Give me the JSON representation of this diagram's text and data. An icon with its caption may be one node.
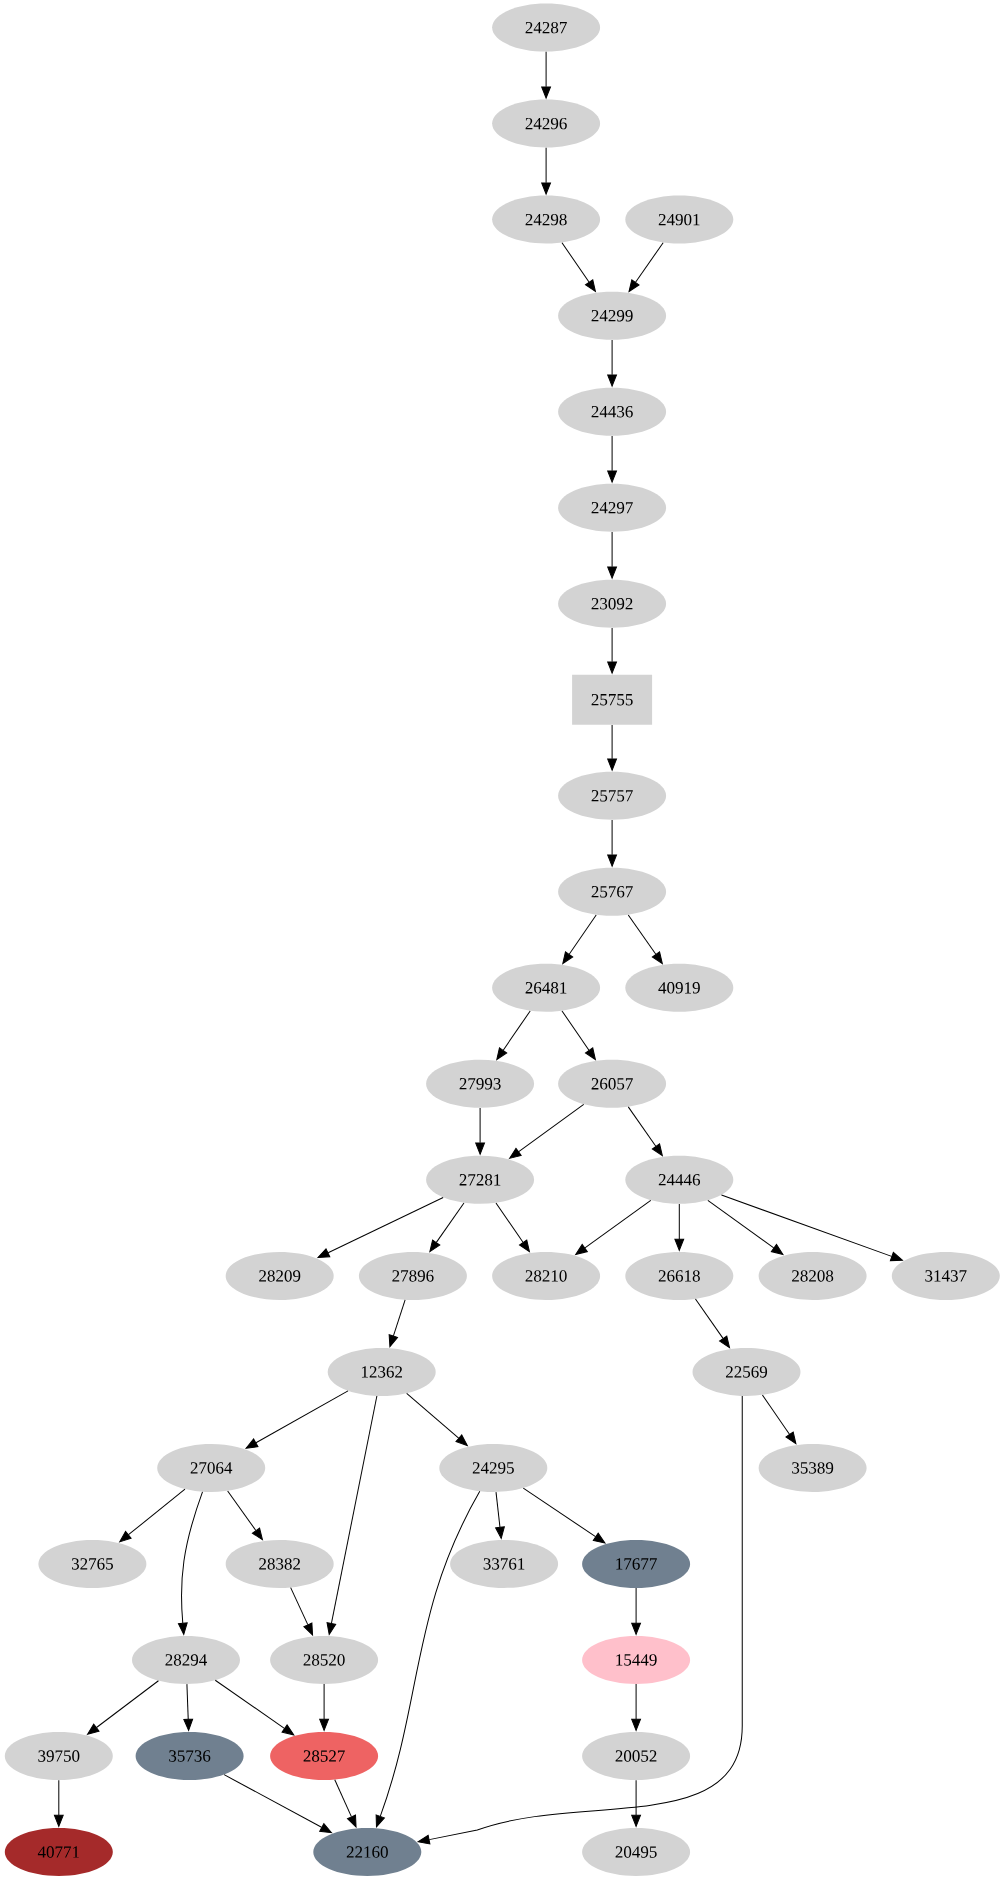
{
  "diagram": {
    "nodes": [
      {
        "text": [
          "24287"
        ]
      },
      {
        "text": [
          "24296"
        ]
      },
      {
        "text": [
          "24298"
        ]
      },
      {
        "text": [
          "24901"
        ]
      },
      {
        "text": [
          "24299"
        ]
      },
      {
        "text": [
          "24436"
        ]
      },
      {
        "text": [
          "24297"
        ]
      },
      {
        "text": [
          "23092"
        ]
      },
      {
        "text": [
          "25755"
        ]
      },
      {
        "text": [
          "25757"
        ]
      },
      {
        "text": [
          "25767"
        ]
      },
      {
        "text": [
          "26481"
        ]
      },
      {
        "text": [
          "40919"
        ]
      },
      {
        "text": [
          "27993"
        ]
      },
      {
        "text": [
          "26057"
        ]
      },
      {
        "text": [
          "27281"
        ]
      },
      {
        "text": [
          "24446"
        ]
      },
      {
        "text": [
          "28209"
        ]
      },
      {
        "text": [
          "27896"
        ]
      },
      {
        "text": [
          "28210"
        ]
      },
      {
        "text": [
          "26618"
        ]
      },
      {
        "text": [
          "28208"
        ]
      },
      {
        "text": [
          "31437"
        ]
      },
      {
        "text": [
          "12362"
        ]
      },
      {
        "text": [
          "22569"
        ]
      },
      {
        "text": [
          "27064"
        ]
      },
      {
        "text": [
          "24295"
        ]
      },
      {
        "text": [
          "35389"
        ]
      },
      {
        "text": [
          "32765"
        ]
      },
      {
        "text": [
          "28382"
        ]
      },
      {
        "text": [
          "33761"
        ]
      },
      {
        "text": [
          "17677"
        ]
      },
      {
        "text": [
          "28294"
        ]
      },
      {
        "text": [
          "28520"
        ]
      },
      {
        "text": [
          "15449"
        ]
      },
      {
        "text": [
          "39750"
        ]
      },
      {
        "text": [
          "35736"
        ]
      },
      {
        "text": [
          "28527"
        ]
      },
      {
        "text": [
          "20052"
        ]
      },
      {
        "text": [
          "40771"
        ]
      },
      {
        "text": [
          "22160"
        ]
      },
      {
        "text": [
          "20495"
        ]
      }
    ],
    "edges": [
      {
        "from": 0,
        "to": 1,
        "arrow": "to"
      },
      {
        "from": 1,
        "to": 2,
        "arrow": "to"
      },
      {
        "from": 2,
        "to": 4,
        "arrow": "to"
      },
      {
        "from": 3,
        "to": 4,
        "arrow": "to"
      },
      {
        "from": 4,
        "to": 5,
        "arrow": "to"
      },
      {
        "from": 5,
        "to": 6,
        "arrow": "to"
      },
      {
        "from": 6,
        "to": 7,
        "arrow": "to"
      },
      {
        "from": 7,
        "to": 8,
        "arrow": "to"
      },
      {
        "from": 8,
        "to": 9,
        "arrow": "to"
      },
      {
        "from": 9,
        "to": 10,
        "arrow": "to"
      },
      {
        "from": 10,
        "to": 11,
        "arrow": "to"
      },
      {
        "from": 10,
        "to": 12,
        "arrow": "to"
      },
      {
        "from": 11,
        "to": 13,
        "arrow": "to"
      },
      {
        "from": 11,
        "to": 14,
        "arrow": "to"
      },
      {
        "from": 13,
        "to": 15,
        "arrow": "to"
      },
      {
        "from": 14,
        "to": 15,
        "arrow": "to"
      },
      {
        "from": 14,
        "to": 16,
        "arrow": "to"
      },
      {
        "from": 15,
        "to": 17,
        "arrow": "to"
      },
      {
        "from": 15,
        "to": 18,
        "arrow": "to"
      },
      {
        "from": 15,
        "to": 19,
        "arrow": "to"
      },
      {
        "from": 16,
        "to": 19,
        "arrow": "to"
      },
      {
        "from": 16,
        "to": 20,
        "arrow": "to"
      },
      {
        "from": 16,
        "to": 21,
        "arrow": "to"
      },
      {
        "from": 16,
        "to": 22,
        "arrow": "to"
      },
      {
        "from": 18,
        "to": 23,
        "arrow": "to"
      },
      {
        "from": 20,
        "to": 24,
        "arrow": "to"
      },
      {
        "from": 23,
        "to": 25,
        "arrow": "to"
      },
      {
        "from": 23,
        "to": 33,
        "arrow": "to"
      },
      {
        "from": 23,
        "to": 26,
        "arrow": "to"
      },
      {
        "from": 24,
        "to": 27,
        "arrow": "to"
      },
      {
        "from": 24,
        "to": 40,
        "arrow": "to"
      },
      {
        "from": 25,
        "to": 28,
        "arrow": "to"
      },
      {
        "from": 25,
        "to": 29,
        "arrow": "to"
      },
      {
        "from": 25,
        "to": 32,
        "arrow": "to"
      },
      {
        "from": 26,
        "to": 30,
        "arrow": "to"
      },
      {
        "from": 26,
        "to": 31,
        "arrow": "to"
      },
      {
        "from": 26,
        "to": 40,
        "arrow": "to"
      },
      {
        "from": 29,
        "to": 33,
        "arrow": "to"
      },
      {
        "from": 31,
        "to": 34,
        "arrow": "to"
      },
      {
        "from": 33,
        "to": 37,
        "arrow": "to"
      },
      {
        "from": 32,
        "to": 35,
        "arrow": "to"
      },
      {
        "from": 32,
        "to": 36,
        "arrow": "to"
      },
      {
        "from": 32,
        "to": 37,
        "arrow": "to"
      },
      {
        "from": 34,
        "to": 38,
        "arrow": "to"
      },
      {
        "from": 35,
        "to": 39,
        "arrow": "to"
      },
      {
        "from": 36,
        "to": 40,
        "arrow": "to"
      },
      {
        "from": 37,
        "to": 40,
        "arrow": "to"
      },
      {
        "from": 38,
        "to": 41,
        "arrow": "to"
      }
    ]
  }
}
